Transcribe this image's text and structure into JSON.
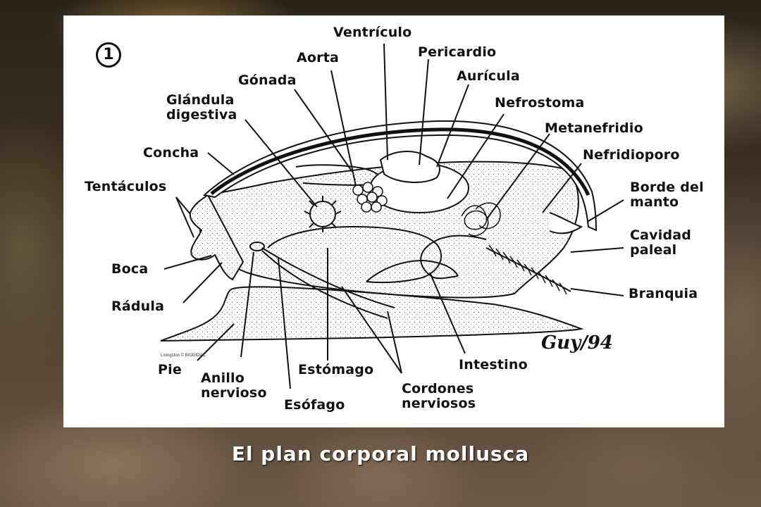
{
  "figure_number": "1",
  "caption": "El plan corporal mollusca",
  "credit": "Livingston © BIODIDAC",
  "signature": "Guy/94",
  "labels": {
    "ventriculo": "Ventrículo",
    "pericardio": "Pericardio",
    "aorta": "Aorta",
    "auricula": "Aurícula",
    "gonada": "Gónada",
    "glandula_digestiva": "Glándula\ndigestiva",
    "nefrostoma": "Nefrostoma",
    "metanefridio": "Metanefridio",
    "concha": "Concha",
    "nefridioporo": "Nefridioporo",
    "tentaculos": "Tentáculos",
    "borde_del_manto": "Borde del\nmanto",
    "cavidad_paleal": "Cavidad\npaleal",
    "boca": "Boca",
    "branquia": "Branquia",
    "radula": "Rádula",
    "pie": "Pie",
    "anillo_nervioso": "Anillo\nnervioso",
    "esofago": "Esófago",
    "estomago": "Estómago",
    "cordones_nerviosos": "Cordones\nnerviosos",
    "intestino": "Intestino"
  }
}
